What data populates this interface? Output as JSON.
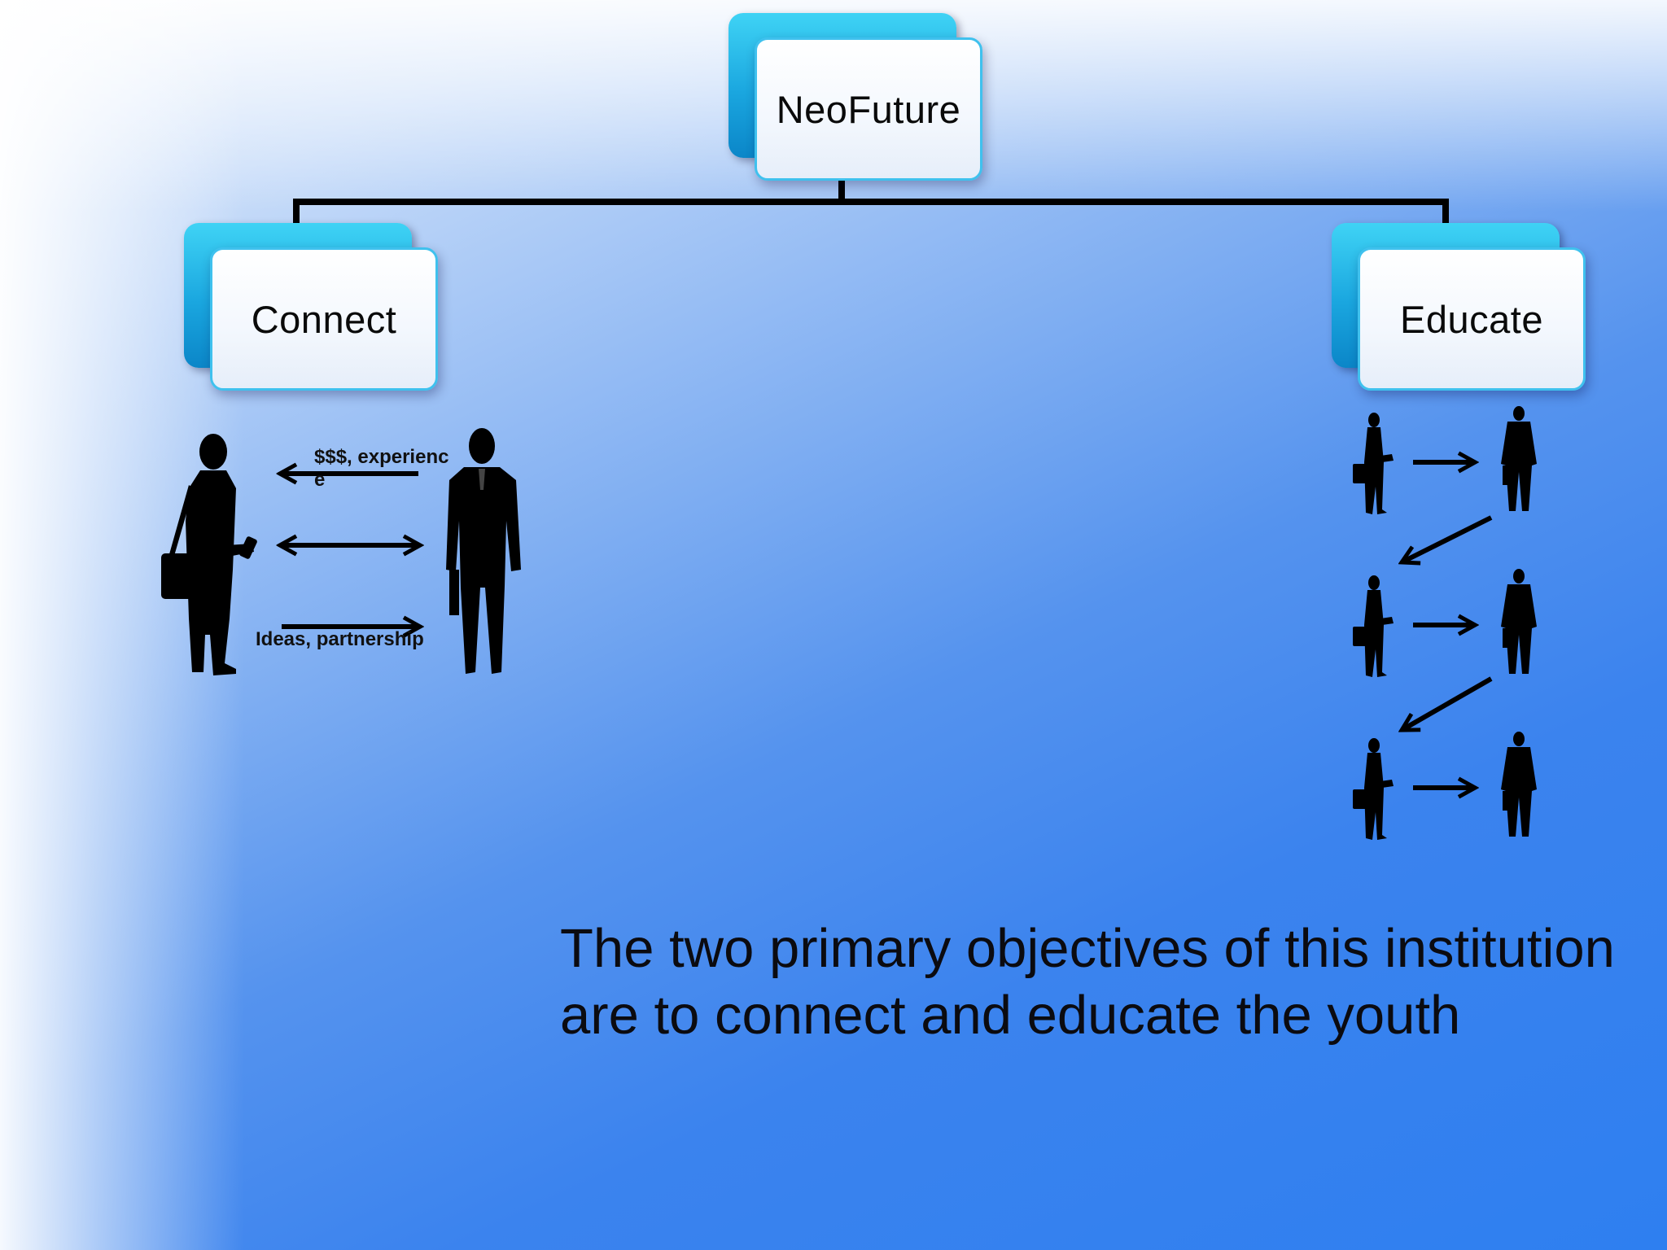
{
  "diagram": {
    "root": {
      "label": "NeoFuture"
    },
    "children": [
      {
        "label": "Connect"
      },
      {
        "label": "Educate"
      }
    ]
  },
  "connect_panel": {
    "top_label_line1": "$$$, experienc",
    "top_label_line2": "e",
    "bottom_label": "Ideas, partnership"
  },
  "caption": "The two primary objectives of this institution are to connect and educate the youth",
  "colors": {
    "node_accent": "#1aa6df",
    "node_border": "#3fc1ee",
    "background_blue": "#2e7ff0"
  }
}
